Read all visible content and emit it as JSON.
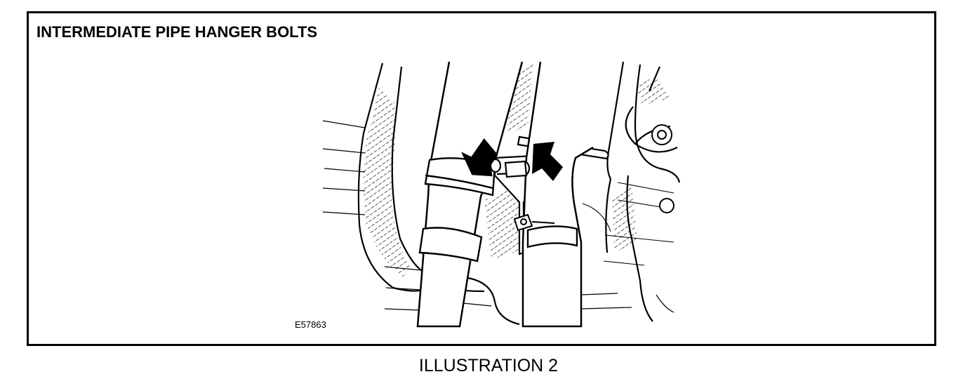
{
  "figure": {
    "title": "INTERMEDIATE PIPE HANGER BOLTS",
    "reference_code": "E57863",
    "caption": "ILLUSTRATION 2",
    "callouts": [
      {
        "name": "left-bolt-arrow"
      },
      {
        "name": "right-bolt-arrow"
      }
    ]
  }
}
